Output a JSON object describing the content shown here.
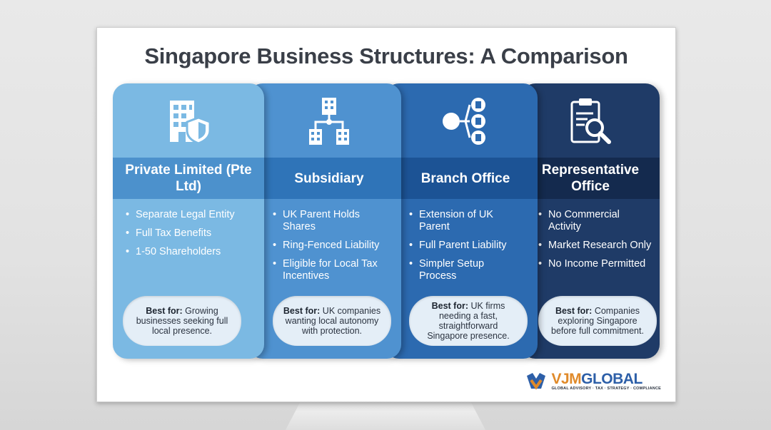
{
  "title": "Singapore Business Structures: A Comparison",
  "colors": {
    "card1": "#7bb9e3",
    "card2": "#4f92d0",
    "card3": "#2c6ab0",
    "card4": "#1f3b67",
    "brand_blue": "#2d5fa8",
    "brand_orange": "#e08a2a"
  },
  "cards": [
    {
      "icon": "building-shield-icon",
      "heading": "Private Limited (Pte Ltd)",
      "bullets": [
        "Separate Legal Entity",
        "Full Tax Benefits",
        "1-50 Shareholders"
      ],
      "best_label": "Best for:",
      "best_text": " Growing businesses seeking full local presence."
    },
    {
      "icon": "org-hierarchy-icon",
      "heading": "Subsidiary",
      "bullets": [
        "UK Parent Holds Shares",
        "Ring-Fenced Liability",
        "Eligible for Local Tax Incentives"
      ],
      "best_label": "Best for:",
      "best_text": " UK companies wanting local autonomy with protection."
    },
    {
      "icon": "branch-network-icon",
      "heading": "Branch Office",
      "bullets": [
        "Extension of UK Parent",
        "Full Parent Liability",
        "Simpler Setup Process"
      ],
      "best_label": "Best for:",
      "best_text": " UK firms needing a fast, straightforward Singapore presence."
    },
    {
      "icon": "clipboard-search-icon",
      "heading": "Representative Office",
      "bullets": [
        "No Commercial Activity",
        "Market Research Only",
        "No Income Permitted"
      ],
      "best_label": "Best for:",
      "best_text": " Companies exploring Singapore before full commitment."
    }
  ],
  "logo": {
    "name_part1": "VJM",
    "name_part2": "GLOBAL",
    "tagline": "GLOBAL ADVISORY · TAX · STRATEGY · COMPLIANCE"
  }
}
